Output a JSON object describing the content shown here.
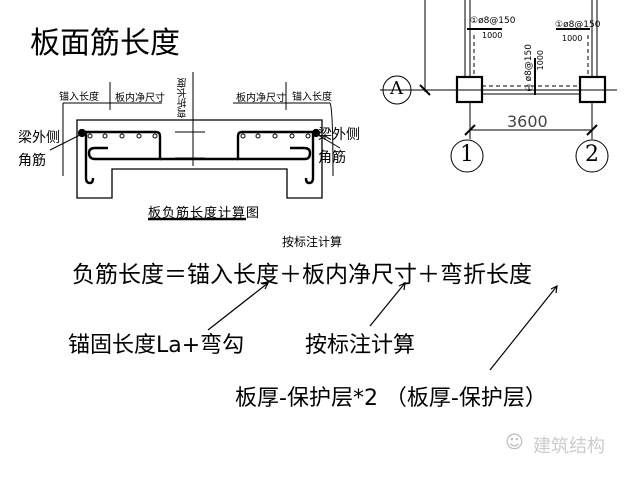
{
  "title": "板面筋长度",
  "section_diagram": {
    "anchor_label_left": "锚入长度",
    "clear_span_left": "板内净尺寸",
    "bend_label": "弯折长度",
    "clear_span_right": "板内净尺寸",
    "anchor_label_right": "锚入长度",
    "corner_bar_left": [
      "梁外侧",
      "角筋"
    ],
    "corner_bar_right": [
      "梁外侧",
      "角筋"
    ],
    "caption": "板负筋长度计算图"
  },
  "plan_diagram": {
    "axis_a": "A",
    "axis_1": "1",
    "axis_2": "2",
    "span": "3600",
    "rebar_labels": [
      {
        "spec": "①ø8@150",
        "length": "1000"
      },
      {
        "spec": "①ø8@150",
        "length": "1000"
      },
      {
        "spec": "①ø8@150",
        "length": "1000"
      }
    ]
  },
  "small_note": "按标注计算",
  "formula": "负筋长度＝锚入长度＋板内净尺寸＋弯折长度",
  "explanations": {
    "anchor": "锚固长度La+弯勾",
    "clear_span": "按标注计算",
    "bend": "板厚-保护层*2 （板厚-保护层）"
  },
  "watermark": "建筑结构"
}
